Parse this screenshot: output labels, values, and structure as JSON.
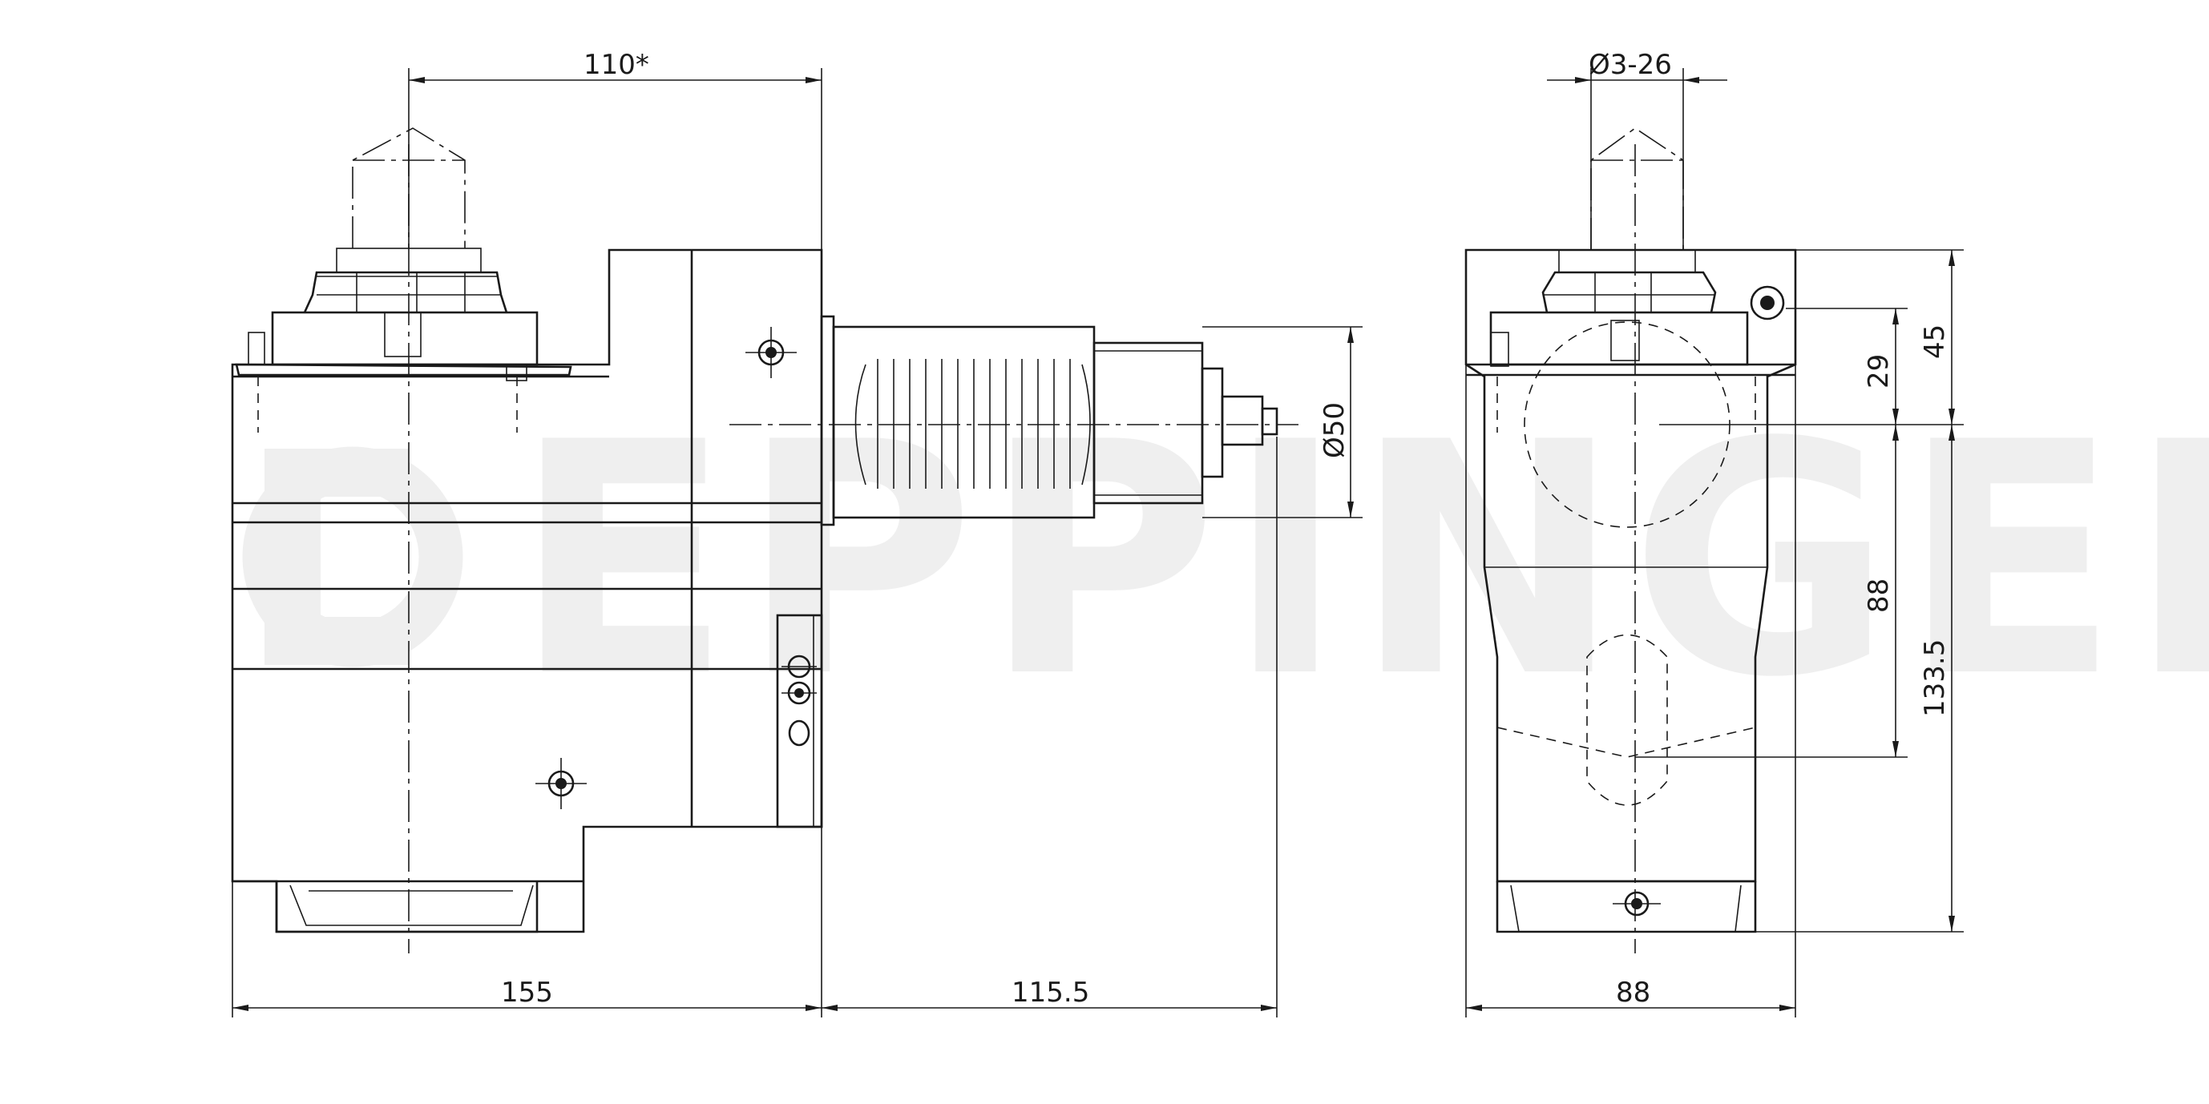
{
  "watermark": "EPPINGER",
  "dimensions": {
    "top_width": "110*",
    "bottom_left": "155",
    "bottom_mid": "115.5",
    "shank_diameter": "Ø50",
    "front_width": "88",
    "collet_range": "Ø3-26",
    "right_upper": "45",
    "right_mid": "29",
    "right_lower": "88",
    "right_total": "133.5"
  },
  "colors": {
    "line": "#1a1a1a",
    "background": "#ffffff"
  }
}
